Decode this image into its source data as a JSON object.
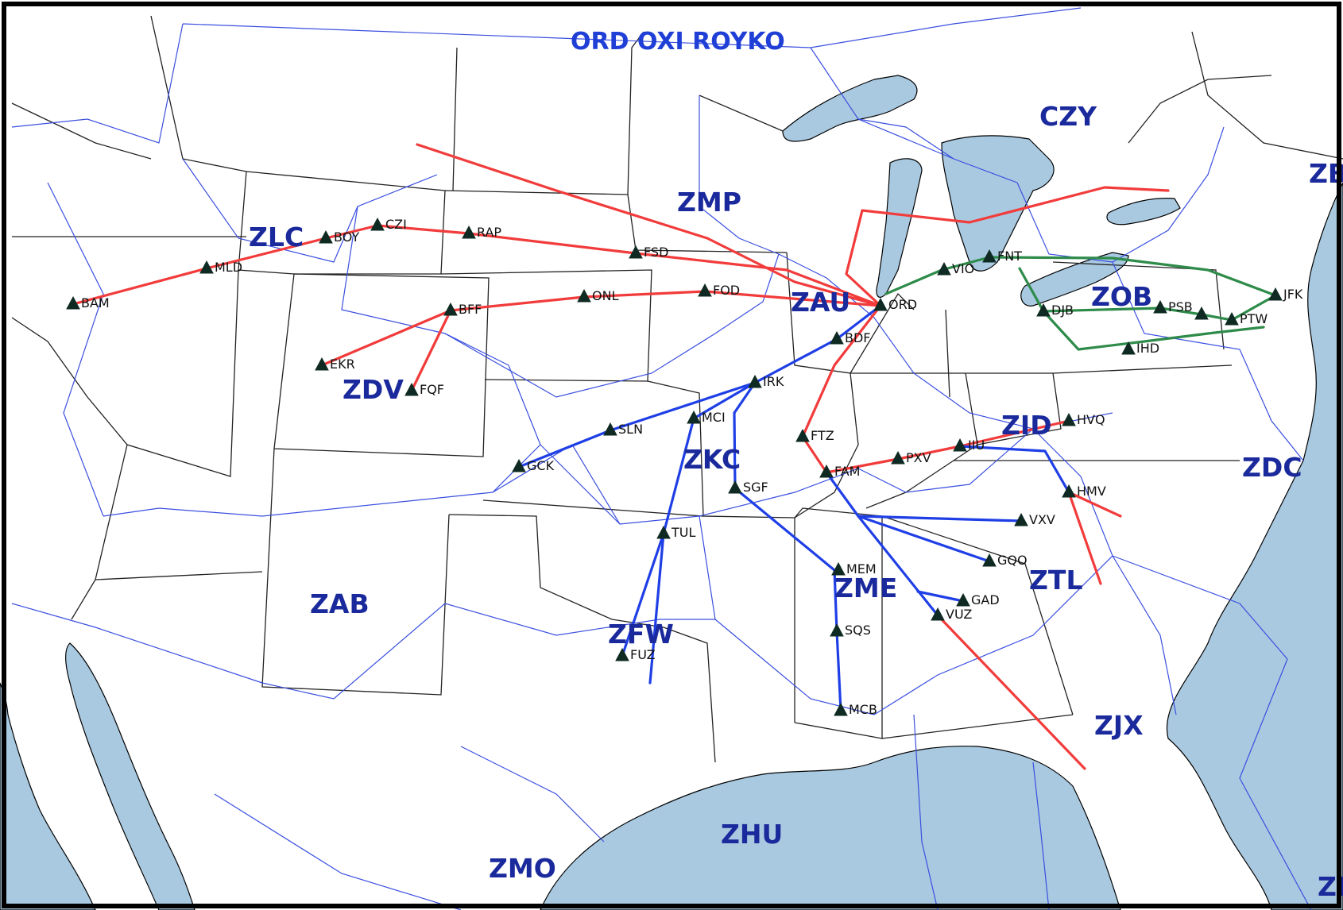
{
  "map": {
    "title": "ORD OXI ROYKO",
    "colors": {
      "water": "#a9c9e0",
      "artcc_boundary": "#3a4fe0",
      "state_boundary": "#222222",
      "route_red": "#f23b3b",
      "route_blue": "#1f3fe6",
      "route_green": "#2e8b4a",
      "fix_marker": "#0f2a22",
      "center_label": "#1a2a9c",
      "title": "#1f3fd6"
    },
    "centers": [
      "ZLC",
      "ZDV",
      "ZMP",
      "ZAU",
      "CZY",
      "ZOB",
      "ZB",
      "ZID",
      "ZDC",
      "ZKC",
      "ZME",
      "ZTL",
      "ZAB",
      "ZFW",
      "ZJX",
      "ZHU",
      "ZMO",
      "ZI"
    ],
    "fixes": [
      "BAM",
      "MLD",
      "BOY",
      "CZI",
      "RAP",
      "FSD",
      "ONL",
      "FOD",
      "BFF",
      "EKR",
      "FQF",
      "ORD",
      "BDF",
      "IRK",
      "MCI",
      "SLN",
      "GCK",
      "SGF",
      "TUL",
      "FUZ",
      "FTZ",
      "FAM",
      "PXV",
      "IIU",
      "HVQ",
      "HMV",
      "VXV",
      "GQO",
      "MEM",
      "GAD",
      "VUZ",
      "SQS",
      "MCB",
      "VIO",
      "FNT",
      "DJB",
      "PSB",
      "PTW",
      "JFK",
      "IHD"
    ]
  }
}
